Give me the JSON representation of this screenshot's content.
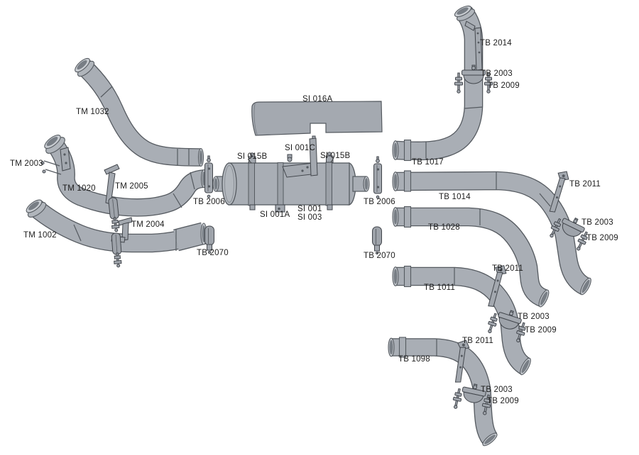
{
  "diagram": {
    "type": "exploded-parts-diagram",
    "subject": "vehicle exhaust system parts",
    "background_color": "#ffffff",
    "part_fill_color": "#a9aeb5",
    "part_outline_color": "#555a60",
    "label_color": "#1c1c1c"
  },
  "labels": [
    {
      "id": "tm1032",
      "text": "TM 1032"
    },
    {
      "id": "tm2003",
      "text": "TM 2003"
    },
    {
      "id": "tm1020",
      "text": "TM 1020"
    },
    {
      "id": "tm2005",
      "text": "TM 2005"
    },
    {
      "id": "tm1002",
      "text": "TM 1002"
    },
    {
      "id": "tm2004",
      "text": "TM 2004"
    },
    {
      "id": "tb2006-left",
      "text": "TB 2006"
    },
    {
      "id": "tb2070-left",
      "text": "TB 2070"
    },
    {
      "id": "si016a",
      "text": "SI 016A"
    },
    {
      "id": "si001c",
      "text": "SI 001C"
    },
    {
      "id": "si015b-left",
      "text": "SI 015B"
    },
    {
      "id": "si015b-right",
      "text": "SI 015B"
    },
    {
      "id": "si001a",
      "text": "SI 001A"
    },
    {
      "id": "si001",
      "text": "SI 001"
    },
    {
      "id": "si003",
      "text": "SI 003"
    },
    {
      "id": "tb2006-right",
      "text": "TB 2006"
    },
    {
      "id": "tb2070-right",
      "text": "TB 2070"
    },
    {
      "id": "tb2014",
      "text": "TB 2014"
    },
    {
      "id": "tb2003-top",
      "text": "TB 2003"
    },
    {
      "id": "tb2009-top",
      "text": "TB 2009"
    },
    {
      "id": "tb1017",
      "text": "TB 1017"
    },
    {
      "id": "tb1014",
      "text": "TB 1014"
    },
    {
      "id": "tb2011-right",
      "text": "TB 2011"
    },
    {
      "id": "tb2003-right",
      "text": "TB 2003"
    },
    {
      "id": "tb2009-right",
      "text": "TB 2009"
    },
    {
      "id": "tb1028",
      "text": "TB 1028"
    },
    {
      "id": "tb1011",
      "text": "TB 1011"
    },
    {
      "id": "tb2011-mid",
      "text": "TB 2011"
    },
    {
      "id": "tb2003-mid",
      "text": "TB 2003"
    },
    {
      "id": "tb2009-mid",
      "text": "TB 2009"
    },
    {
      "id": "tb1098",
      "text": "TB 1098"
    },
    {
      "id": "tb2011-bottom",
      "text": "TB 2011"
    },
    {
      "id": "tb2003-bottom",
      "text": "TB 2003"
    },
    {
      "id": "tb2009-bottom",
      "text": "TB 2009"
    }
  ]
}
